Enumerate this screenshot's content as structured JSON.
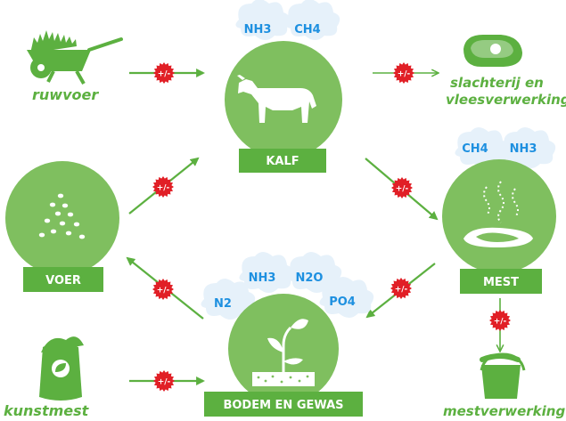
{
  "colors": {
    "circle": "#7fbf5f",
    "circle_dark": "#5a9e3c",
    "band": "#5cb040",
    "arrow": "#5cb040",
    "gas_text": "#1e90e0",
    "gas_cloud": "#e6f1fa",
    "badge": "#e11f26"
  },
  "badge_text": "+/-",
  "nodes": {
    "kalf": "KALF",
    "voer": "VOER",
    "mest": "MEST",
    "bodem": "BODEM EN GEWAS"
  },
  "labels": {
    "ruwvoer": "ruwvoer",
    "slachterij_1": "slachterij en",
    "slachterij_2": "vleesverwerking",
    "kunstmest": "kunstmest",
    "mestverwerking": "mestverwerking"
  },
  "gases": {
    "kalf": [
      "NH3",
      "CH4"
    ],
    "mest": [
      "CH4",
      "NH3"
    ],
    "bodem": [
      "NH3",
      "N2O",
      "N2",
      "PO4"
    ]
  },
  "icons": {
    "ruwvoer": "wheelbarrow-icon",
    "slachterij": "steak-icon",
    "kunstmest": "fertilizer-bag-icon",
    "mestverwerking": "bucket-icon",
    "kalf": "calf-icon",
    "voer": "feed-pellets-icon",
    "mest": "manure-pile-icon",
    "bodem": "seedling-icon"
  }
}
